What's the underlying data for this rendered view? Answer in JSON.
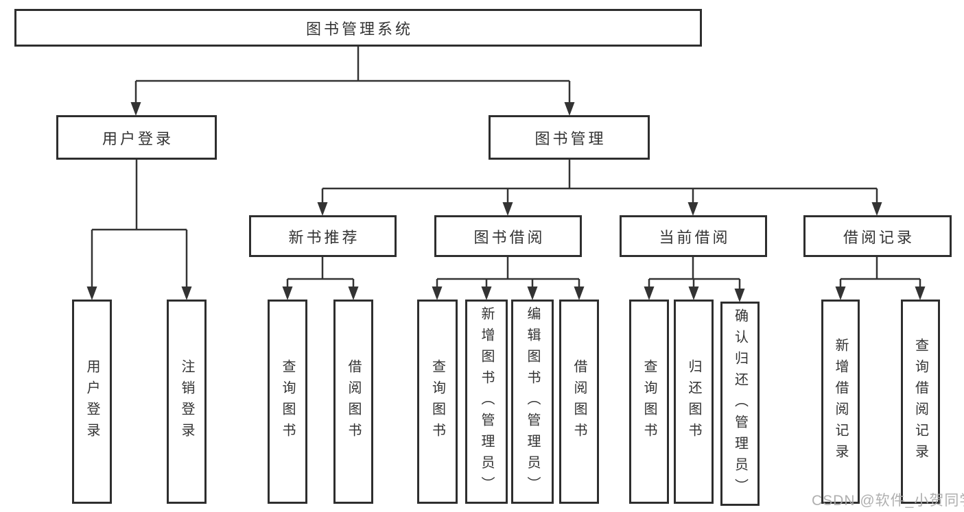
{
  "diagram_title": "图书管理系统",
  "tree": {
    "label": "图书管理系统",
    "children": [
      {
        "label": "用户登录",
        "children": [
          {
            "label": "用户登录"
          },
          {
            "label": "注销登录"
          }
        ]
      },
      {
        "label": "图书管理",
        "children": [
          {
            "label": "新书推荐",
            "children": [
              {
                "label": "查询图书"
              },
              {
                "label": "借阅图书"
              }
            ]
          },
          {
            "label": "图书借阅",
            "children": [
              {
                "label": "查询图书"
              },
              {
                "label": "新增图书（管理员）"
              },
              {
                "label": "编辑图书（管理员）"
              },
              {
                "label": "借阅图书"
              }
            ]
          },
          {
            "label": "当前借阅",
            "children": [
              {
                "label": "查询图书"
              },
              {
                "label": "归还图书"
              },
              {
                "label": "确认归还（管理员）"
              }
            ]
          },
          {
            "label": "借阅记录",
            "children": [
              {
                "label": "新增借阅记录"
              },
              {
                "label": "查询借阅记录"
              }
            ]
          }
        ]
      }
    ]
  },
  "watermark": "CSDN @软件_小贺同学",
  "colors": {
    "line": "#333333",
    "box_border": "#2e2e2e",
    "text": "#333333",
    "watermark": "#a8a8a8",
    "background": "#ffffff"
  }
}
